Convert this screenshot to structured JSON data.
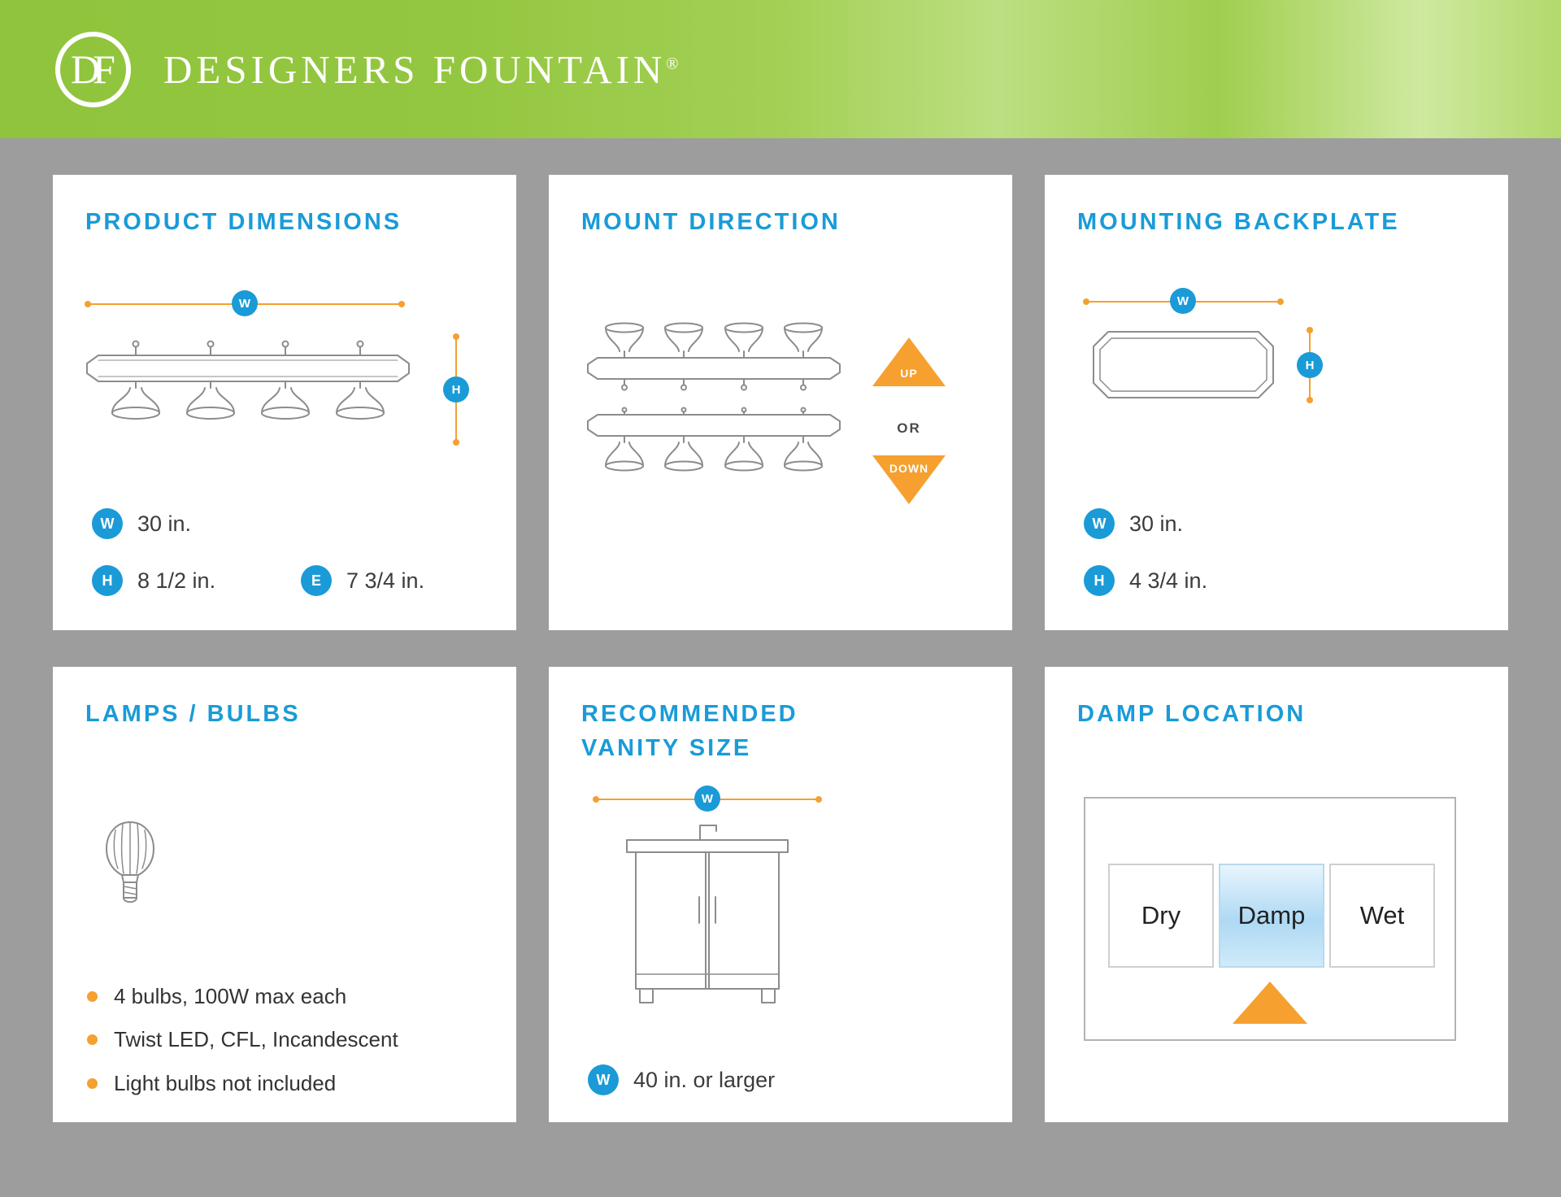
{
  "header": {
    "logo_monogram": "DF",
    "brand": "DESIGNERS FOUNTAIN",
    "registered_mark": "®"
  },
  "cards": {
    "product_dimensions": {
      "title": "PRODUCT DIMENSIONS",
      "width_badge": "W",
      "height_badge": "H",
      "specs": [
        {
          "label": "W",
          "value": "30 in."
        },
        {
          "label": "H",
          "value": "8 1/2 in."
        },
        {
          "label": "E",
          "value": "7 3/4 in."
        }
      ]
    },
    "mount_direction": {
      "title": "MOUNT DIRECTION",
      "up_label": "UP",
      "or_label": "OR",
      "down_label": "DOWN"
    },
    "mounting_backplate": {
      "title": "MOUNTING BACKPLATE",
      "width_badge": "W",
      "height_badge": "H",
      "specs": [
        {
          "label": "W",
          "value": "30 in."
        },
        {
          "label": "H",
          "value": "4 3/4 in."
        }
      ]
    },
    "lamps_bulbs": {
      "title": "LAMPS / BULBS",
      "bullets": [
        "4 bulbs, 100W max each",
        "Twist LED, CFL, Incandescent",
        "Light bulbs not included"
      ]
    },
    "vanity_size": {
      "title_line_1": "RECOMMENDED",
      "title_line_2": "VANITY SIZE",
      "width_badge": "W",
      "spec": {
        "label": "W",
        "value": "40 in. or larger"
      }
    },
    "damp_location": {
      "title": "DAMP LOCATION",
      "options": [
        {
          "label": "Dry",
          "highlighted": false
        },
        {
          "label": "Damp",
          "highlighted": true
        },
        {
          "label": "Wet",
          "highlighted": false
        }
      ]
    }
  },
  "colors": {
    "accent_blue": "#1a9bd7",
    "accent_orange": "#f5a02f",
    "header_green_start": "#8fc43c",
    "header_green_end": "#b2d96c",
    "background_gray": "#9d9d9d"
  }
}
